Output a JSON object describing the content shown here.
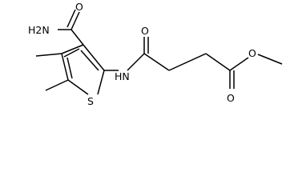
{
  "molecule": {
    "atoms": {
      "amide_nh2": "H2N",
      "amide_o": "O",
      "linker_nh": "HN",
      "ring_s": "S",
      "keto_o": "O",
      "ester_o_single": "O",
      "ester_o_double": "O"
    }
  }
}
